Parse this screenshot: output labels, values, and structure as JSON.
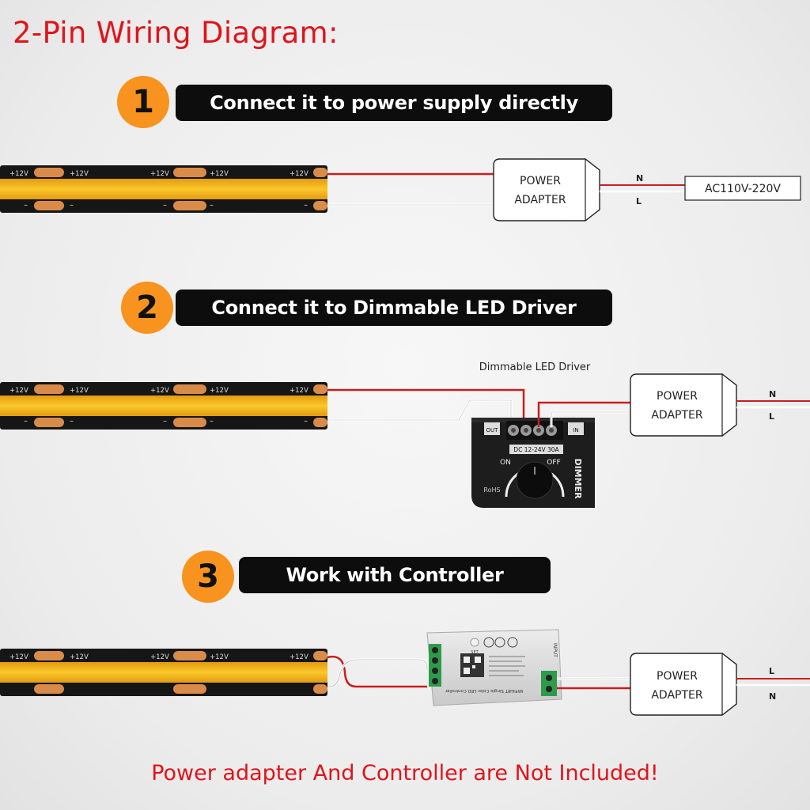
{
  "title": "2-Pin Wiring Diagram:",
  "steps": [
    {
      "number": "1",
      "label": "Connect it to power supply directly"
    },
    {
      "number": "2",
      "label": "Connect it to Dimmable LED Driver"
    },
    {
      "number": "3",
      "label": "Work with Controller"
    }
  ],
  "strip": {
    "plus_label": "+12V",
    "minus_label": "–"
  },
  "power_adapter": {
    "line1": "POWER",
    "line2": "ADAPTER"
  },
  "mains": {
    "neutral": "N",
    "live": "L",
    "voltage": "AC110V-220V"
  },
  "dimmer": {
    "caption": "Dimmable LED Driver",
    "rating": "DC 12-24V 30A",
    "off": "OFF",
    "on": "ON",
    "brand": "DIMMER",
    "rohs": "RoHS",
    "out": "OUT",
    "in": "IN"
  },
  "controller": {
    "name": "WiFi&BT Single Color LED Controller",
    "input": "INPUT",
    "set": "SET"
  },
  "colors": {
    "accent_red": "#e0141b",
    "step_orange": "#f7931e",
    "strip_led": "#f6b81c",
    "strip_body": "#141414",
    "wire_red": "#c81f1f",
    "wire_white": "#f4f4f4"
  },
  "footer": "Power adapter And Controller are Not Included!"
}
